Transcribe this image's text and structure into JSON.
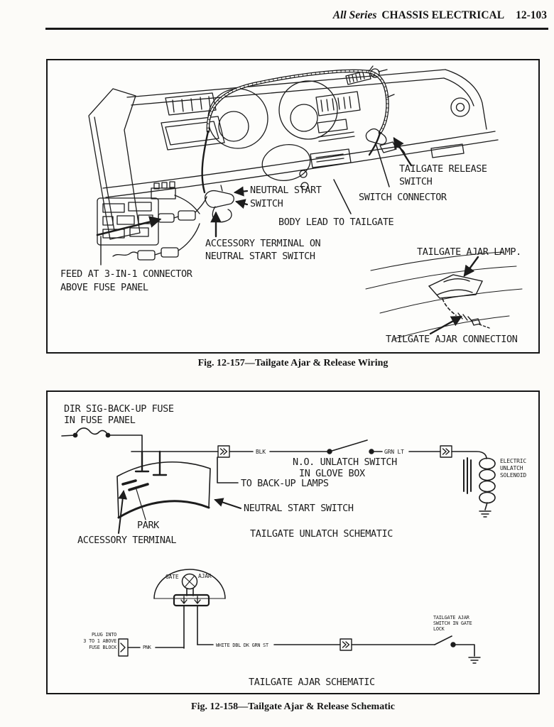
{
  "header": {
    "series": "All Series",
    "section": "CHASSIS ELECTRICAL",
    "page_number": "12-103"
  },
  "colors": {
    "ink": "#1c1c1c",
    "paper": "#fcfbf8"
  },
  "fig1": {
    "caption": "Fig. 12-157—Tailgate Ajar & Release Wiring",
    "labels": {
      "tailgate_release_switch": [
        "TAILGATE RELEASE",
        "SWITCH"
      ],
      "switch_connector": "SWITCH CONNECTOR",
      "neutral_start_switch": [
        "NEUTRAL START",
        "SWITCH"
      ],
      "body_lead": "BODY LEAD TO TAILGATE",
      "accessory_terminal": [
        "ACCESSORY TERMINAL ON",
        "NEUTRAL START SWITCH"
      ],
      "feed": [
        "FEED AT 3-IN-1 CONNECTOR",
        "ABOVE FUSE PANEL"
      ],
      "ajar_lamp": "TAILGATE AJAR LAMP.",
      "ajar_connection": "TAILGATE AJAR CONNECTION"
    }
  },
  "fig2": {
    "caption": "Fig. 12-158—Tailgate Ajar & Release Schematic",
    "unlatch": {
      "fuse": [
        "DIR SIG-BACK-UP FUSE",
        "IN FUSE PANEL"
      ],
      "wire_blk": "BLK",
      "wire_grn": "GRN LT",
      "switch": [
        "N.O. UNLATCH SWITCH",
        "IN GLOVE BOX"
      ],
      "solenoid": [
        "ELECTRIC",
        "UNLATCH",
        "SOLENOID"
      ],
      "backup": "TO BACK-UP LAMPS",
      "neutral": "NEUTRAL START SWITCH",
      "park": "PARK",
      "accessory": "ACCESSORY TERMINAL",
      "title": "TAILGATE UNLATCH SCHEMATIC"
    },
    "ajar": {
      "gate": "GATE",
      "ajar": "AJAR",
      "plug": [
        "PLUG INTO",
        "3 TO 1 ABOVE",
        "FUSE BLOCK"
      ],
      "wire_pnk": "PNK",
      "wire_white": "WHITE DBL DK GRN ST",
      "switch": [
        "TAILGATE AJAR",
        "SWITCH IN GATE",
        "LOCK"
      ],
      "title": "TAILGATE AJAR SCHEMATIC"
    }
  }
}
